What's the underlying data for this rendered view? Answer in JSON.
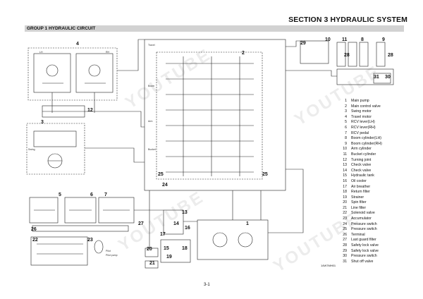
{
  "header": {
    "section_title": "SECTION 3  HYDRAULIC SYSTEM",
    "group_title": "GROUP  1  HYDRAULIC CIRCUIT"
  },
  "legend": [
    {
      "num": "1",
      "text": "Main pump"
    },
    {
      "num": "2",
      "text": "Main control valve"
    },
    {
      "num": "3",
      "text": "Swing motor"
    },
    {
      "num": "4",
      "text": "Travel motor"
    },
    {
      "num": "5",
      "text": "RCV lever(LH)"
    },
    {
      "num": "6",
      "text": "RCV lever(RH)"
    },
    {
      "num": "7",
      "text": "RCV pedal"
    },
    {
      "num": "8",
      "text": "Boom cylinder(LH)"
    },
    {
      "num": "9",
      "text": "Boom cylinder(RH)"
    },
    {
      "num": "10",
      "text": "Arm cylinder"
    },
    {
      "num": "11",
      "text": "Bucket cylinder"
    },
    {
      "num": "12",
      "text": "Turning joint"
    },
    {
      "num": "13",
      "text": "Check valve"
    },
    {
      "num": "14",
      "text": "Check valve"
    },
    {
      "num": "15",
      "text": "Hydraulic tank"
    },
    {
      "num": "16",
      "text": "Oil cooler"
    },
    {
      "num": "17",
      "text": "Air breather"
    },
    {
      "num": "18",
      "text": "Return filter"
    },
    {
      "num": "19",
      "text": "Strainer"
    },
    {
      "num": "20",
      "text": "Spin filter"
    },
    {
      "num": "21",
      "text": "Line filter"
    },
    {
      "num": "22",
      "text": "Solenoid valve"
    },
    {
      "num": "23",
      "text": "Accumulator"
    },
    {
      "num": "24",
      "text": "Pressure switch"
    },
    {
      "num": "25",
      "text": "Pressure switch"
    },
    {
      "num": "26",
      "text": "Terminal"
    },
    {
      "num": "27",
      "text": "Last guard filter"
    },
    {
      "num": "28",
      "text": "Safety lock valve"
    },
    {
      "num": "29",
      "text": "Safety lock valve"
    },
    {
      "num": "30",
      "text": "Pressure switch"
    },
    {
      "num": "31",
      "text": "Shut off valve"
    }
  ],
  "refs": {
    "r1": "1",
    "r2": "2",
    "r3": "3",
    "r4": "4",
    "r5": "5",
    "r6": "6",
    "r7": "7",
    "r8": "8",
    "r9": "9",
    "r10": "10",
    "r11": "11",
    "r12": "12",
    "r13": "13",
    "r14": "14",
    "r15": "15",
    "r16": "16",
    "r17": "17",
    "r18": "18",
    "r19": "19",
    "r20": "20",
    "r21": "21",
    "r22": "22",
    "r23": "23",
    "r24": "24",
    "r25a": "25",
    "r25b": "25",
    "r26": "26",
    "r27": "27",
    "r28a": "28",
    "r28b": "28",
    "r29": "29",
    "r30": "30",
    "r31": "31"
  },
  "small_labels": {
    "lh": "LH",
    "rh": "RH",
    "pilot": "Pilot",
    "pump_pilot": "Pilot pump",
    "swing": "Swing",
    "boom": "Boom",
    "arm": "Arm",
    "bucket": "Bucket",
    "travel": "Travel"
  },
  "footer": {
    "page": "3-1",
    "figure_code": "14W7MH01"
  },
  "watermark": "YOUTUBE"
}
